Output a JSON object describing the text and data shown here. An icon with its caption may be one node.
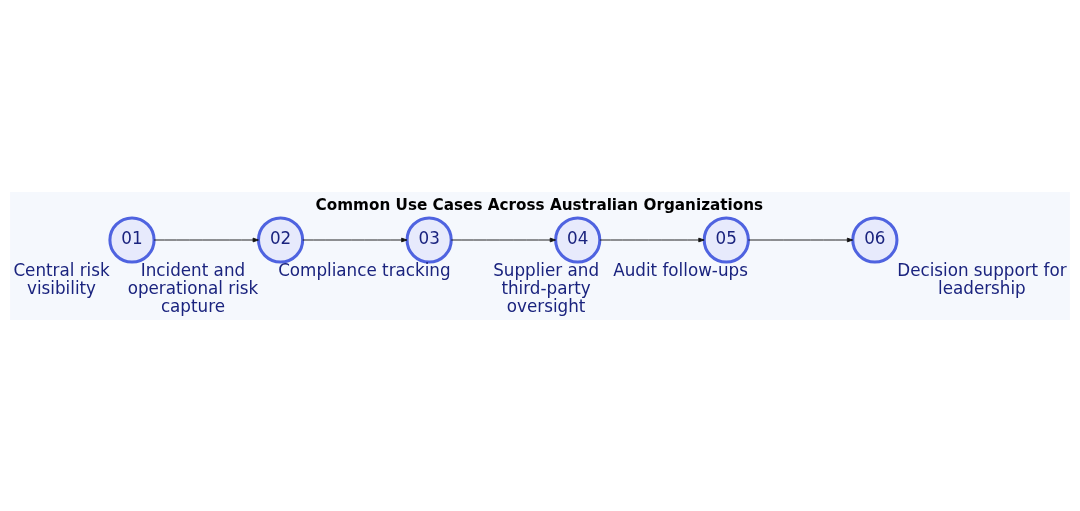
{
  "diagram": {
    "title": "Common Use Cases Across Australian Organizations",
    "nodes": [
      {
        "text": [
          "01"
        ],
        "beside": [
          "Central risk visibility"
        ]
      },
      {
        "text": [
          "02"
        ],
        "beside": [
          "Incident and operational risk capture"
        ]
      },
      {
        "text": [
          "03"
        ],
        "beside": [
          "Compliance tracking"
        ]
      },
      {
        "text": [
          "04"
        ],
        "beside": [
          "Supplier and third-party oversight"
        ]
      },
      {
        "text": [
          "05"
        ],
        "beside": [
          "Audit follow-ups"
        ]
      },
      {
        "text": [
          "06"
        ],
        "beside": [
          "Decision support for leadership"
        ]
      }
    ],
    "edges": [
      {
        "from": 0,
        "to": 1,
        "arrow": "to"
      },
      {
        "from": 1,
        "to": 2,
        "arrow": "to"
      },
      {
        "from": 2,
        "to": 3,
        "arrow": "to"
      },
      {
        "from": 3,
        "to": 4,
        "arrow": "to"
      },
      {
        "from": 4,
        "to": 5,
        "arrow": "to"
      }
    ]
  }
}
